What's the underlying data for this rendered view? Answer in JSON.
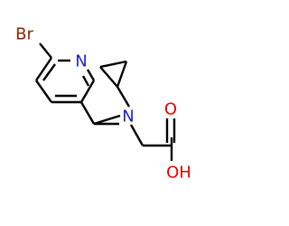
{
  "structure": {
    "atom_labels": {
      "bromine": "Br",
      "pyridine_nitrogen": "N",
      "amine_nitrogen": "N",
      "carbonyl_oxygen": "O",
      "hydroxyl": "OH"
    },
    "colors": {
      "bond": "#000000",
      "bromine": "#8b2500",
      "nitrogen": "#1f1fcc",
      "oxygen": "#e60000"
    }
  }
}
